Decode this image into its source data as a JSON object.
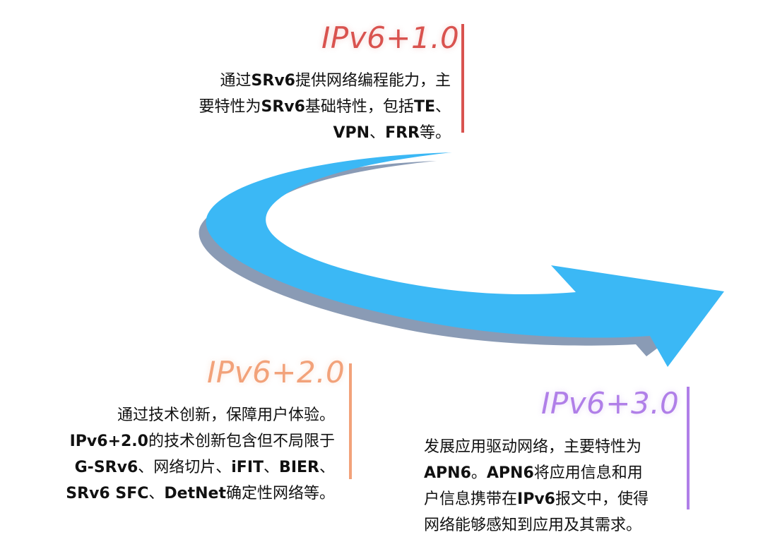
{
  "stages": [
    {
      "title": "IPv6+1.0",
      "color": "#d9534f",
      "lines": [
        [
          "通过",
          {
            "b": "SRv6"
          },
          "提供网络编程能力，主"
        ],
        [
          "要特性为",
          {
            "b": "SRv6"
          },
          "基础特性，包括",
          {
            "b": "TE"
          },
          "、"
        ],
        [
          {
            "b": "VPN"
          },
          "、",
          {
            "b": "FRR"
          },
          "等。"
        ]
      ]
    },
    {
      "title": "IPv6+2.0",
      "color": "#f2a27a",
      "lines": [
        [
          "通过技术创新，保障用户体验。"
        ],
        [
          {
            "b": "IPv6+2.0"
          },
          "的技术创新包含但不局限于"
        ],
        [
          {
            "b": "G-SRv6"
          },
          "、网络切片、",
          {
            "b": "iFIT"
          },
          "、",
          {
            "b": "BIER"
          },
          "、"
        ],
        [
          {
            "b": "SRv6 SFC"
          },
          "、",
          {
            "b": "DetNet"
          },
          "确定性网络等。"
        ]
      ]
    },
    {
      "title": "IPv6+3.0",
      "color": "#b07fe8",
      "lines": [
        [
          "发展应用驱动网络，主要特性为"
        ],
        [
          {
            "b": "APN6"
          },
          "。",
          {
            "b": "APN6"
          },
          "将应用信息和用"
        ],
        [
          "户信息携带在",
          {
            "b": "IPv6"
          },
          "报文中，使得"
        ],
        [
          "网络能够感知到应用及其需求。"
        ]
      ]
    }
  ],
  "arrow": {
    "fill_color": "#3bb8f5",
    "shadow_color": "#8a9bb5"
  }
}
